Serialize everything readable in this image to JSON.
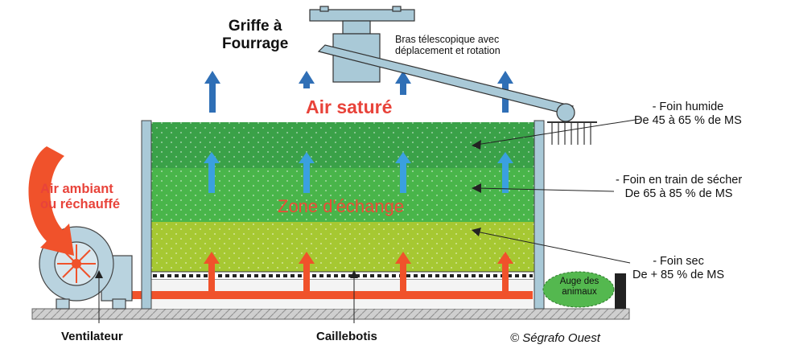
{
  "labels": {
    "griffe_line1": "Griffe à",
    "griffe_line2": "Fourrage",
    "bras_line1": "Bras télescopique avec",
    "bras_line2": "déplacement et rotation",
    "air_sature": "Air saturé",
    "zone_echange": "Zone d'échange",
    "air_ambiant_line1": "Air ambiant",
    "air_ambiant_line2": "ou réchauffé",
    "foin_humide_line1": "- Foin humide",
    "foin_humide_line2": "De 45 à 65 % de MS",
    "foin_sechage_line1": "- Foin en train de sécher",
    "foin_sechage_line2": "De 65 à 85 % de MS",
    "foin_sec_line1": "- Foin sec",
    "foin_sec_line2": "De + 85 % de MS",
    "auge_line1": "Auge des",
    "auge_line2": "animaux",
    "ventilateur": "Ventilateur",
    "caillebotis": "Caillebotis",
    "copyright": "© Ségrafo Ouest"
  },
  "colors": {
    "wet_hay": "#3aa148",
    "drying_hay": "#49b54a",
    "dry_hay": "#a6c832",
    "hot_air": "#f0522b",
    "cold_air": "#2f6fb6",
    "light_air": "#3aa0e0",
    "structure": "#a9c9d7",
    "auge": "#54b84f"
  }
}
